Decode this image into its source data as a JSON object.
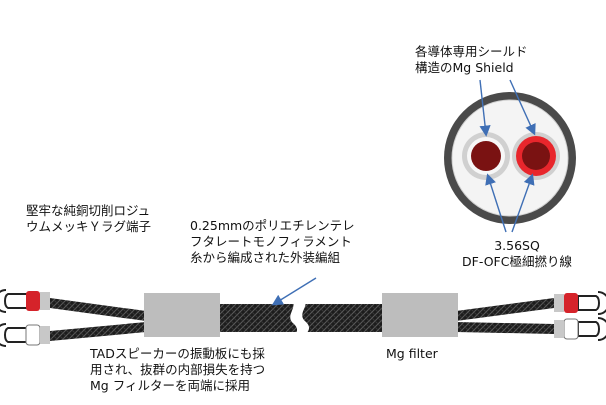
{
  "labels": {
    "shield": "各導体専用シールド\n構造のMg Shield",
    "lug": "堅牢な純銅切削ロジュ\nウムメッキＹラグ端子",
    "braid": "0.25mmのポリエチレンテレ\nフタレートモノフィラメント\n糸から編成された外装編組",
    "conductor": "3.56SQ\nDF-OFC極細撚り線",
    "tad_filter": "TADスピーカーの振動板にも採\n用され、抜群の内部損失を持つ\nMg フィルターを両端に採用",
    "mg_filter": "Mg filter"
  },
  "colors": {
    "arrow": "#3f6fb5",
    "conductor_red": "#d5232a",
    "conductor_dark": "#7a1212",
    "filter_gray": "#bdbdbd",
    "braid_dark": "#1c1c1c",
    "outer_jacket": "#4a4a4a"
  }
}
